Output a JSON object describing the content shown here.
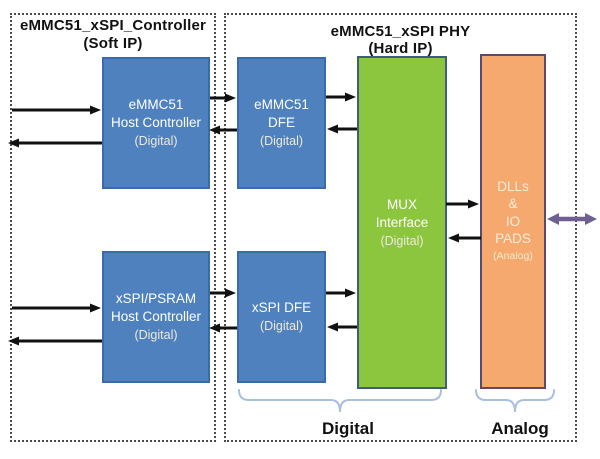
{
  "soft_ip": {
    "title1": "eMMC51_xSPI_Controller",
    "title2": "(Soft IP)",
    "host_emmc51": {
      "l1": "eMMC51",
      "l2": "Host Controller",
      "l3": "(Digital)"
    },
    "host_xspi": {
      "l1": "xSPI/PSRAM",
      "l2": "Host Controller",
      "l3": "(Digital)"
    }
  },
  "hard_ip": {
    "title1": "eMMC51_xSPI PHY",
    "title2": "(Hard IP)",
    "dfe_emmc51": {
      "l1": "eMMC51",
      "l2": "DFE",
      "l3": "(Digital)"
    },
    "dfe_xspi": {
      "l1": "xSPI DFE",
      "l2": "(Digital)"
    },
    "mux": {
      "l1": "MUX",
      "l2": "Interface",
      "l3": "(Digital)"
    },
    "dlls": {
      "l1": "DLLs",
      "l2": "&",
      "l3": "IO",
      "l4": "PADS",
      "l5": "(Analog)"
    }
  },
  "footer": {
    "digital": "Digital",
    "analog": "Analog"
  },
  "colors": {
    "block_blue": "#4e81bd",
    "block_blue_border": "#3a6cab",
    "block_green": "#8cc63e",
    "block_green_border": "#3d5e80",
    "block_orange": "#f6a96f",
    "block_orange_border": "#5a4a6e",
    "arrow_black": "#111111",
    "arrow_purple": "#6e6191",
    "brace_blue": "#a9c0dd",
    "dotted_border": "#4a4a4a"
  }
}
